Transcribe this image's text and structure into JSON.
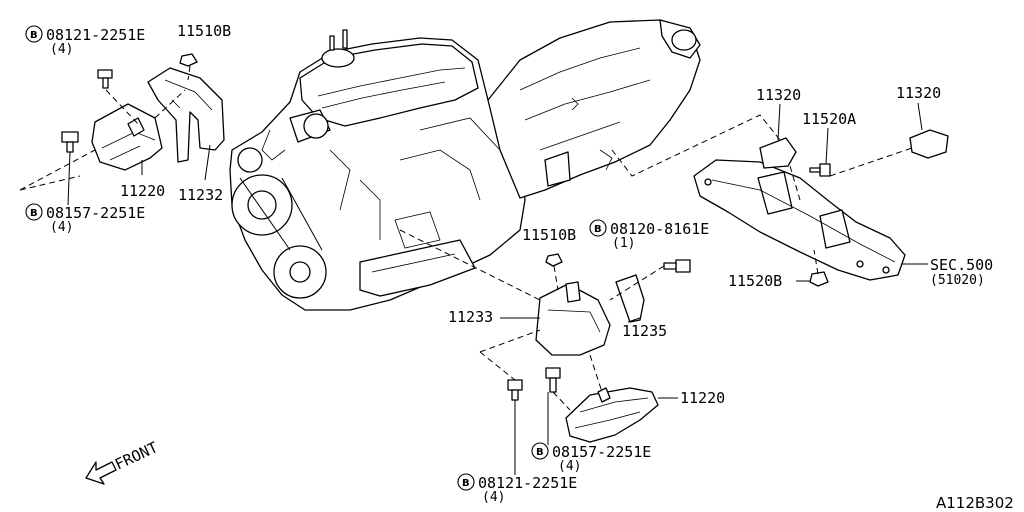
{
  "figure_code": "A112B302",
  "front_label": "FRONT",
  "bolt_symbol": "B",
  "callouts": {
    "c1": {
      "number": "08121-2251E",
      "qty": "(4)"
    },
    "c2": {
      "number": "11510B"
    },
    "c3": {
      "number": "11220"
    },
    "c4": {
      "number": "11232"
    },
    "c5": {
      "number": "08157-2251E",
      "qty": "(4)"
    },
    "c6": {
      "number": "11320"
    },
    "c7": {
      "number": "11520A"
    },
    "c8": {
      "number": "11320"
    },
    "c9": {
      "number": "11510B"
    },
    "c10": {
      "number": "08120-8161E",
      "qty": "(1)"
    },
    "c11": {
      "number": "11233"
    },
    "c12": {
      "number": "11235"
    },
    "c13": {
      "number": "SEC.500",
      "qty": "(51020)"
    },
    "c14": {
      "number": "11520B"
    },
    "c15": {
      "number": "11220"
    },
    "c16": {
      "number": "08157-2251E",
      "qty": "(4)"
    },
    "c17": {
      "number": "08121-2251E",
      "qty": "(4)"
    }
  }
}
